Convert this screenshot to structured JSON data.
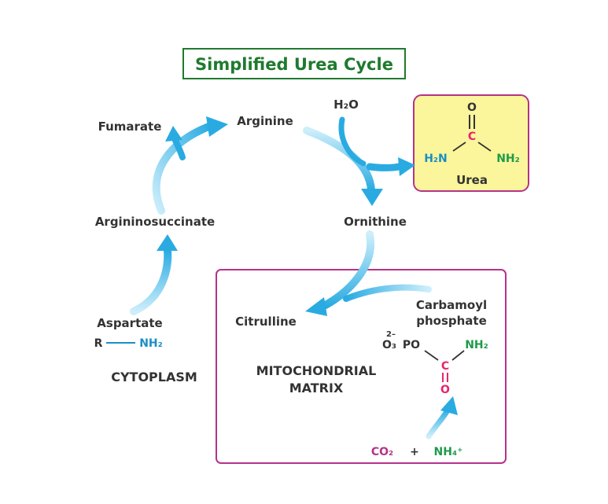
{
  "title": "Simplified Urea Cycle",
  "colors": {
    "title": "#1f7a2e",
    "arrow": "#29abe2",
    "arrow_light": "#cdeefb",
    "box_border": "#b5338a",
    "urea_fill": "#fbf59b",
    "urea_border": "#b5338a",
    "carbon": "#e8246c",
    "nitrogen": "#1a8fc4",
    "amine_green": "#1f9a4a",
    "text": "#333333"
  },
  "nodes": {
    "arginine": "Arginine",
    "ornithine": "Ornithine",
    "citrulline": "Citrulline",
    "argininosuccinate": "Argininosuccinate",
    "fumarate": "Fumarate",
    "aspartate": "Aspartate",
    "water": "H₂O",
    "carbamoyl_line1": "Carbamoyl",
    "carbamoyl_line2": "phosphate"
  },
  "urea": {
    "label": "Urea",
    "o": "O",
    "c": "C",
    "left_amine": "H₂N",
    "right_amine": "NH₂"
  },
  "aspartate_formula": {
    "r": "R",
    "nh2": "NH₂"
  },
  "carbamoyl_formula": {
    "charge": "2–",
    "o3": "O₃",
    "po": "PO",
    "nh2": "NH₂",
    "c": "C",
    "o": "O"
  },
  "reactants": {
    "co2": "CO₂",
    "plus": "+",
    "nh4": "NH₄⁺"
  },
  "regions": {
    "cytoplasm": "CYTOPLASM",
    "matrix_line1": "MITOCHONDRIAL",
    "matrix_line2": "MATRIX"
  }
}
